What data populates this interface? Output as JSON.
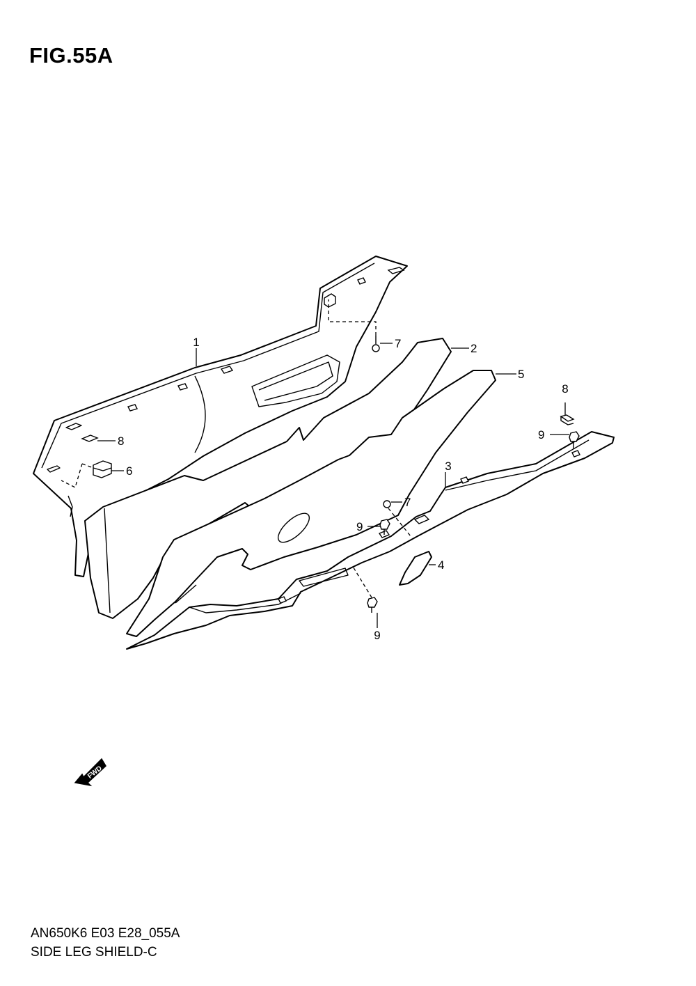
{
  "figure": {
    "title": "FIG.55A",
    "model_code": "AN650K6 E03 E28_055A",
    "assembly_name": "SIDE LEG SHIELD-C"
  },
  "callouts": [
    {
      "id": "c1",
      "label": "1"
    },
    {
      "id": "c2",
      "label": "2"
    },
    {
      "id": "c3",
      "label": "3"
    },
    {
      "id": "c4",
      "label": "4"
    },
    {
      "id": "c5",
      "label": "5"
    },
    {
      "id": "c6",
      "label": "6"
    },
    {
      "id": "c7a",
      "label": "7"
    },
    {
      "id": "c7b",
      "label": "7"
    },
    {
      "id": "c8a",
      "label": "8"
    },
    {
      "id": "c8b",
      "label": "8"
    },
    {
      "id": "c9a",
      "label": "9"
    },
    {
      "id": "c9b",
      "label": "9"
    },
    {
      "id": "c9c",
      "label": "9"
    }
  ],
  "direction_marker": {
    "label": "FWD",
    "icon": "forward-arrow-icon"
  }
}
